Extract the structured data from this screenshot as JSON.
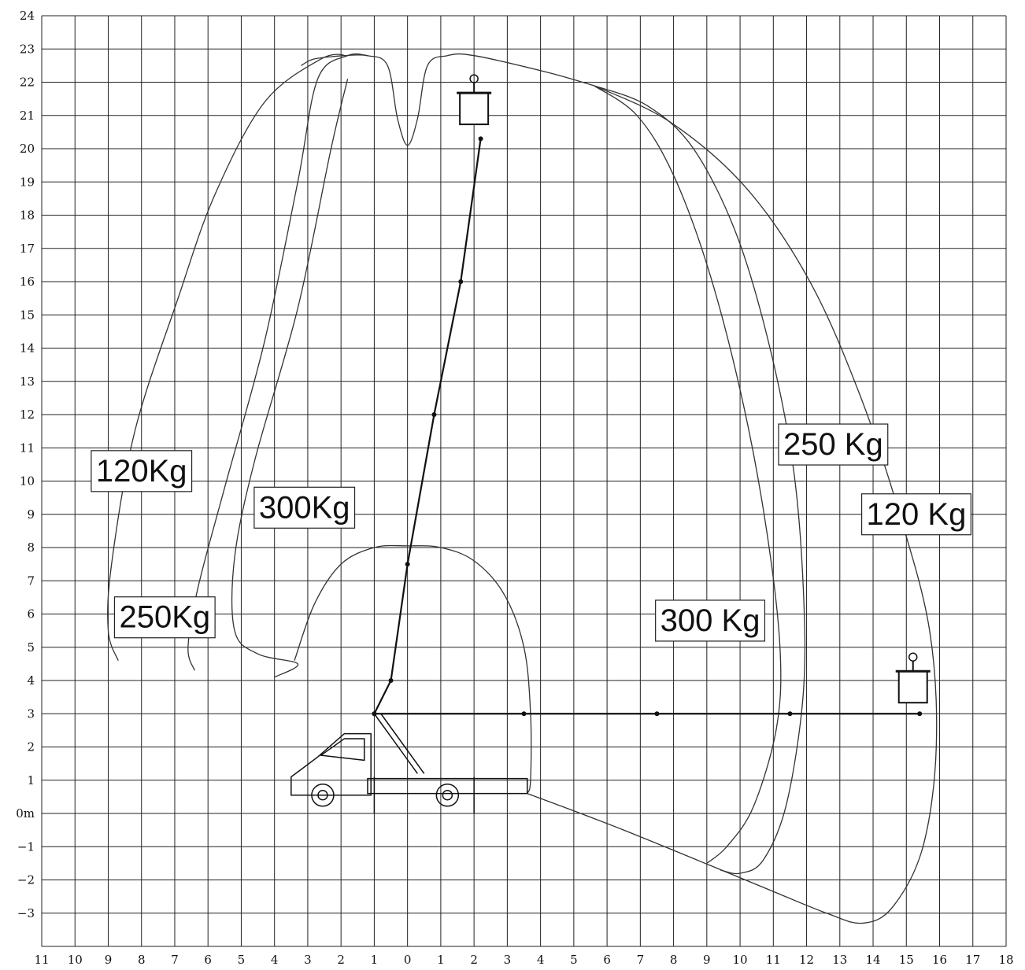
{
  "chart_data": {
    "type": "diagram",
    "xlim": [
      -11,
      18
    ],
    "ylim": [
      -4,
      24
    ],
    "x_tick_labels": [
      "11",
      "10",
      "9",
      "8",
      "7",
      "6",
      "5",
      "4",
      "3",
      "2",
      "1",
      "0",
      "1",
      "2",
      "3",
      "4",
      "5",
      "6",
      "7",
      "8",
      "9",
      "10",
      "11",
      "12",
      "13",
      "14",
      "15",
      "16",
      "17",
      "18"
    ],
    "y_tick_labels": [
      "24",
      "23",
      "22",
      "21",
      "20",
      "19",
      "18",
      "17",
      "16",
      "15",
      "14",
      "13",
      "12",
      "11",
      "10",
      "9",
      "8",
      "7",
      "6",
      "5",
      "4",
      "3",
      "2",
      "1",
      "0m",
      "−1",
      "−2",
      "−3"
    ],
    "load_labels": [
      {
        "text": "120Kg",
        "x": -8.0,
        "y": 10.3
      },
      {
        "text": "300Kg",
        "x": -3.1,
        "y": 9.2
      },
      {
        "text": "250Kg",
        "x": -7.3,
        "y": 5.9
      },
      {
        "text": "250 Kg",
        "x": 12.8,
        "y": 11.1
      },
      {
        "text": "120 Kg",
        "x": 15.3,
        "y": 9.0
      },
      {
        "text": "300 Kg",
        "x": 9.1,
        "y": 5.8
      }
    ],
    "envelopes": [
      {
        "name": "120Kg",
        "points": [
          [
            -8.7,
            4.6
          ],
          [
            -9.0,
            5.5
          ],
          [
            -8.9,
            7.5
          ],
          [
            -8.2,
            11.5
          ],
          [
            -6.9,
            15.5
          ],
          [
            -5.8,
            18.6
          ],
          [
            -4.3,
            21.4
          ],
          [
            -2.6,
            22.7
          ],
          [
            -1.9,
            22.8
          ],
          [
            -2.8,
            22.7
          ],
          [
            -3.2,
            22.5
          ]
        ]
      },
      {
        "name": "250Kg",
        "points": [
          [
            -6.4,
            4.3
          ],
          [
            -6.6,
            5.0
          ],
          [
            -6.3,
            6.8
          ],
          [
            -5.5,
            9.8
          ],
          [
            -4.3,
            14.2
          ],
          [
            -3.3,
            19.0
          ],
          [
            -2.7,
            22.1
          ],
          [
            -1.8,
            22.8
          ],
          [
            -1.2,
            22.8
          ]
        ]
      },
      {
        "name": "300Kg",
        "points": [
          [
            -4.0,
            4.1
          ],
          [
            -3.3,
            4.5
          ],
          [
            -4.5,
            4.8
          ],
          [
            -5.2,
            5.5
          ],
          [
            -5.2,
            7.7
          ],
          [
            -4.6,
            10.6
          ],
          [
            -3.3,
            15.2
          ],
          [
            -2.3,
            20.0
          ],
          [
            -1.8,
            22.1
          ]
        ]
      },
      {
        "name": "inner-notch",
        "points": [
          [
            -1.9,
            22.8
          ],
          [
            -1.2,
            22.8
          ],
          [
            -0.6,
            22.5
          ],
          [
            -0.3,
            20.9
          ],
          [
            0.0,
            20.1
          ],
          [
            0.3,
            20.9
          ],
          [
            0.6,
            22.5
          ],
          [
            1.2,
            22.8
          ],
          [
            2.0,
            22.8
          ],
          [
            4.2,
            22.3
          ],
          [
            5.6,
            21.9
          ]
        ]
      },
      {
        "name": "300 Kg",
        "points": [
          [
            5.6,
            21.9
          ],
          [
            6.9,
            21.0
          ],
          [
            8.0,
            19.2
          ],
          [
            9.1,
            16.2
          ],
          [
            10.1,
            12.3
          ],
          [
            10.8,
            8.5
          ],
          [
            11.2,
            5.0
          ],
          [
            11.1,
            2.6
          ],
          [
            10.4,
            0.2
          ],
          [
            9.6,
            -1.0
          ],
          [
            9.0,
            -1.5
          ]
        ]
      },
      {
        "name": "250 Kg",
        "points": [
          [
            5.6,
            21.9
          ],
          [
            7.2,
            21.3
          ],
          [
            8.6,
            20.0
          ],
          [
            9.9,
            17.4
          ],
          [
            10.9,
            14.0
          ],
          [
            11.6,
            10.4
          ],
          [
            11.9,
            6.8
          ],
          [
            11.9,
            3.6
          ],
          [
            11.4,
            0.3
          ],
          [
            10.7,
            -1.4
          ],
          [
            10.0,
            -1.8
          ],
          [
            9.4,
            -1.7
          ]
        ]
      },
      {
        "name": "120 Kg",
        "points": [
          [
            5.6,
            21.9
          ],
          [
            7.9,
            20.8
          ],
          [
            10.2,
            18.8
          ],
          [
            12.1,
            16.0
          ],
          [
            13.6,
            12.6
          ],
          [
            14.8,
            9.0
          ],
          [
            15.7,
            5.5
          ],
          [
            15.9,
            2.0
          ],
          [
            15.5,
            -1.0
          ],
          [
            14.6,
            -2.8
          ],
          [
            13.7,
            -3.3
          ],
          [
            12.6,
            -3.0
          ],
          [
            10.4,
            -2.1
          ],
          [
            6.5,
            -0.5
          ],
          [
            3.6,
            0.6
          ]
        ]
      },
      {
        "name": "cab-arch",
        "points": [
          [
            -3.4,
            4.6
          ],
          [
            -2.8,
            6.3
          ],
          [
            -2.0,
            7.5
          ],
          [
            -1.0,
            8.0
          ],
          [
            0.0,
            8.05
          ],
          [
            1.0,
            8.0
          ],
          [
            2.0,
            7.6
          ],
          [
            2.9,
            6.6
          ],
          [
            3.5,
            5.0
          ],
          [
            3.7,
            3.0
          ],
          [
            3.7,
            1.0
          ],
          [
            3.6,
            0.6
          ]
        ]
      }
    ],
    "booms": [
      {
        "name": "vertical-boom",
        "points": [
          [
            -1.0,
            3.0
          ],
          [
            -0.5,
            4.0
          ],
          [
            0.0,
            7.5
          ],
          [
            0.8,
            12.0
          ],
          [
            1.6,
            16.0
          ],
          [
            2.2,
            20.3
          ]
        ]
      },
      {
        "name": "horizontal-boom",
        "points": [
          [
            -1.0,
            3.0
          ],
          [
            3.5,
            3.0
          ],
          [
            7.5,
            3.0
          ],
          [
            11.5,
            3.0
          ],
          [
            15.4,
            3.0
          ]
        ]
      }
    ],
    "baskets": [
      {
        "name": "top-basket",
        "x": 2.0,
        "y": 21.3
      },
      {
        "name": "right-basket",
        "x": 15.2,
        "y": 3.9
      }
    ],
    "vehicle": {
      "x_min": -3.5,
      "x_max": 3.6,
      "y_min": 0.0,
      "y_max": 2.5
    }
  }
}
